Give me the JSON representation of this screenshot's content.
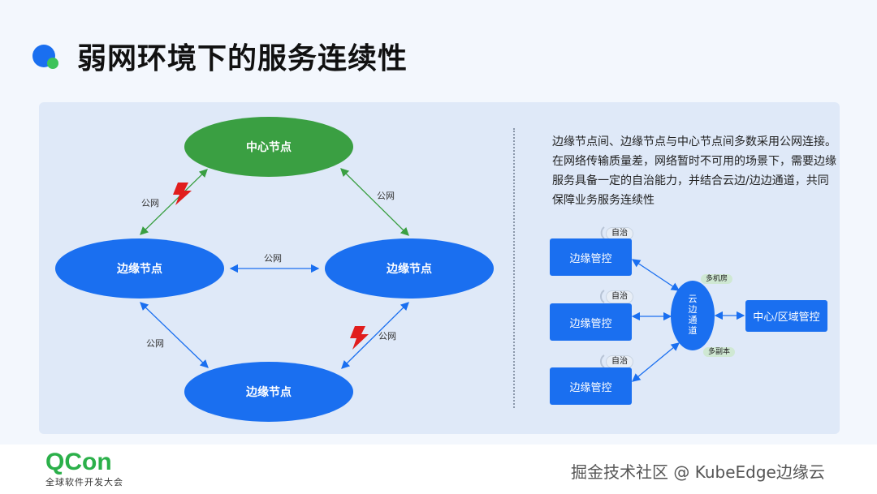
{
  "title": "弱网环境下的服务连续性",
  "diagram": {
    "center_node": "中心节点",
    "edge_node_left": "边缘节点",
    "edge_node_right": "边缘节点",
    "edge_node_bottom": "边缘节点",
    "public_net": "公网"
  },
  "description": "边缘节点间、边缘节点与中心节点间多数采用公网连接。在网络传输质量差，网络暂时不可用的场景下，需要边缘服务具备一定的自治能力，并结合云边/边边通道，共同保障业务服务连续性",
  "right_diagram": {
    "edge_control": "边缘管控",
    "autonomy": "自治",
    "tunnel": "云边通道",
    "multi_room": "多机房",
    "multi_replica": "多副本",
    "center_control": "中心/区域管控"
  },
  "footer": {
    "logo": "QCon",
    "logo_sub": "全球软件开发大会",
    "watermark": "掘金技术社区 @ KubeEdge边缘云"
  },
  "colors": {
    "blue": "#1a6ff0",
    "green": "#3a9f42",
    "red": "#e11d1d"
  }
}
